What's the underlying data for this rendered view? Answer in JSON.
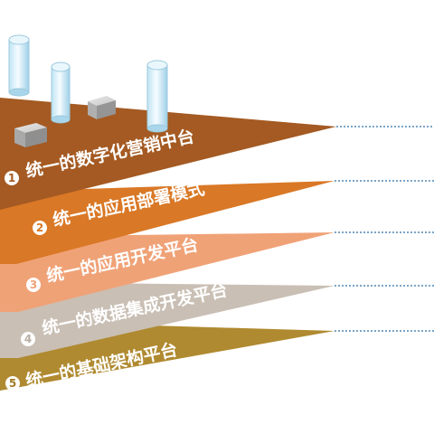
{
  "layers": [
    {
      "number": "1",
      "label": "统一的数字化营销中台",
      "color": "#a45a22",
      "number_color": "#a45a22"
    },
    {
      "number": "2",
      "label": "统一的应用部署模式",
      "color": "#d97826",
      "number_color": "#d97826"
    },
    {
      "number": "3",
      "label": "统一的应用开发平台",
      "color": "#f0a277",
      "number_color": "#f0a277"
    },
    {
      "number": "4",
      "label": "统一的数据集成开发平台",
      "color": "#c9bfb4",
      "number_color": "#b9aea3"
    },
    {
      "number": "5",
      "label": "统一的基础架构平台",
      "color": "#b08a30",
      "number_color": "#a17a25"
    }
  ],
  "leader_color": "#2a6fa8"
}
